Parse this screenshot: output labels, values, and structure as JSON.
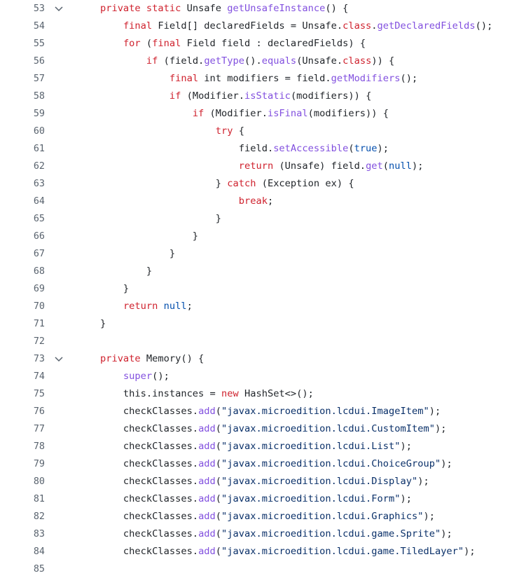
{
  "colors": {
    "keyword": "#cf222e",
    "function": "#8250df",
    "string": "#0a3069",
    "constant": "#0550ae",
    "text": "#1f2328",
    "line_number": "#59636e"
  },
  "lines": [
    {
      "num": "53",
      "fold": true,
      "tokens": [
        [
          "t",
          "    "
        ],
        [
          "k",
          "private static"
        ],
        [
          "t",
          " Unsafe "
        ],
        [
          "f",
          "getUnsafeInstance"
        ],
        [
          "t",
          "() {"
        ]
      ]
    },
    {
      "num": "54",
      "tokens": [
        [
          "t",
          "        "
        ],
        [
          "k",
          "final"
        ],
        [
          "t",
          " Field[] declaredFields = Unsafe."
        ],
        [
          "k",
          "class"
        ],
        [
          "t",
          "."
        ],
        [
          "f",
          "getDeclaredFields"
        ],
        [
          "t",
          "();"
        ]
      ]
    },
    {
      "num": "55",
      "tokens": [
        [
          "t",
          "        "
        ],
        [
          "k",
          "for"
        ],
        [
          "t",
          " ("
        ],
        [
          "k",
          "final"
        ],
        [
          "t",
          " Field field : declaredFields) {"
        ]
      ]
    },
    {
      "num": "56",
      "tokens": [
        [
          "t",
          "            "
        ],
        [
          "k",
          "if"
        ],
        [
          "t",
          " (field."
        ],
        [
          "f",
          "getType"
        ],
        [
          "t",
          "()."
        ],
        [
          "f",
          "equals"
        ],
        [
          "t",
          "(Unsafe."
        ],
        [
          "k",
          "class"
        ],
        [
          "t",
          ")) {"
        ]
      ]
    },
    {
      "num": "57",
      "tokens": [
        [
          "t",
          "                "
        ],
        [
          "k",
          "final"
        ],
        [
          "t",
          " int modifiers = field."
        ],
        [
          "f",
          "getModifiers"
        ],
        [
          "t",
          "();"
        ]
      ]
    },
    {
      "num": "58",
      "tokens": [
        [
          "t",
          "                "
        ],
        [
          "k",
          "if"
        ],
        [
          "t",
          " (Modifier."
        ],
        [
          "f",
          "isStatic"
        ],
        [
          "t",
          "(modifiers)) {"
        ]
      ]
    },
    {
      "num": "59",
      "tokens": [
        [
          "t",
          "                    "
        ],
        [
          "k",
          "if"
        ],
        [
          "t",
          " (Modifier."
        ],
        [
          "f",
          "isFinal"
        ],
        [
          "t",
          "(modifiers)) {"
        ]
      ]
    },
    {
      "num": "60",
      "tokens": [
        [
          "t",
          "                        "
        ],
        [
          "k",
          "try"
        ],
        [
          "t",
          " {"
        ]
      ]
    },
    {
      "num": "61",
      "tokens": [
        [
          "t",
          "                            field."
        ],
        [
          "f",
          "setAccessible"
        ],
        [
          "t",
          "("
        ],
        [
          "c",
          "true"
        ],
        [
          "t",
          ");"
        ]
      ]
    },
    {
      "num": "62",
      "tokens": [
        [
          "t",
          "                            "
        ],
        [
          "k",
          "return"
        ],
        [
          "t",
          " (Unsafe) field."
        ],
        [
          "f",
          "get"
        ],
        [
          "t",
          "("
        ],
        [
          "c",
          "null"
        ],
        [
          "t",
          ");"
        ]
      ]
    },
    {
      "num": "63",
      "tokens": [
        [
          "t",
          "                        } "
        ],
        [
          "k",
          "catch"
        ],
        [
          "t",
          " (Exception ex) {"
        ]
      ]
    },
    {
      "num": "64",
      "tokens": [
        [
          "t",
          "                            "
        ],
        [
          "k",
          "break"
        ],
        [
          "t",
          ";"
        ]
      ]
    },
    {
      "num": "65",
      "tokens": [
        [
          "t",
          "                        }"
        ]
      ]
    },
    {
      "num": "66",
      "tokens": [
        [
          "t",
          "                    }"
        ]
      ]
    },
    {
      "num": "67",
      "tokens": [
        [
          "t",
          "                }"
        ]
      ]
    },
    {
      "num": "68",
      "tokens": [
        [
          "t",
          "            }"
        ]
      ]
    },
    {
      "num": "69",
      "tokens": [
        [
          "t",
          "        }"
        ]
      ]
    },
    {
      "num": "70",
      "tokens": [
        [
          "t",
          "        "
        ],
        [
          "k",
          "return"
        ],
        [
          "t",
          " "
        ],
        [
          "c",
          "null"
        ],
        [
          "t",
          ";"
        ]
      ]
    },
    {
      "num": "71",
      "tokens": [
        [
          "t",
          "    }"
        ]
      ]
    },
    {
      "num": "72",
      "tokens": []
    },
    {
      "num": "73",
      "fold": true,
      "tokens": [
        [
          "t",
          "    "
        ],
        [
          "k",
          "private"
        ],
        [
          "t",
          " Memory() {"
        ]
      ]
    },
    {
      "num": "74",
      "tokens": [
        [
          "t",
          "        "
        ],
        [
          "f",
          "super"
        ],
        [
          "t",
          "();"
        ]
      ]
    },
    {
      "num": "75",
      "tokens": [
        [
          "t",
          "        this.instances = "
        ],
        [
          "k",
          "new"
        ],
        [
          "t",
          " HashSet<>();"
        ]
      ]
    },
    {
      "num": "76",
      "tokens": [
        [
          "t",
          "        checkClasses."
        ],
        [
          "f",
          "add"
        ],
        [
          "t",
          "("
        ],
        [
          "s",
          "\"javax.microedition.lcdui.ImageItem\""
        ],
        [
          "t",
          ");"
        ]
      ]
    },
    {
      "num": "77",
      "tokens": [
        [
          "t",
          "        checkClasses."
        ],
        [
          "f",
          "add"
        ],
        [
          "t",
          "("
        ],
        [
          "s",
          "\"javax.microedition.lcdui.CustomItem\""
        ],
        [
          "t",
          ");"
        ]
      ]
    },
    {
      "num": "78",
      "tokens": [
        [
          "t",
          "        checkClasses."
        ],
        [
          "f",
          "add"
        ],
        [
          "t",
          "("
        ],
        [
          "s",
          "\"javax.microedition.lcdui.List\""
        ],
        [
          "t",
          ");"
        ]
      ]
    },
    {
      "num": "79",
      "tokens": [
        [
          "t",
          "        checkClasses."
        ],
        [
          "f",
          "add"
        ],
        [
          "t",
          "("
        ],
        [
          "s",
          "\"javax.microedition.lcdui.ChoiceGroup\""
        ],
        [
          "t",
          ");"
        ]
      ]
    },
    {
      "num": "80",
      "tokens": [
        [
          "t",
          "        checkClasses."
        ],
        [
          "f",
          "add"
        ],
        [
          "t",
          "("
        ],
        [
          "s",
          "\"javax.microedition.lcdui.Display\""
        ],
        [
          "t",
          ");"
        ]
      ]
    },
    {
      "num": "81",
      "tokens": [
        [
          "t",
          "        checkClasses."
        ],
        [
          "f",
          "add"
        ],
        [
          "t",
          "("
        ],
        [
          "s",
          "\"javax.microedition.lcdui.Form\""
        ],
        [
          "t",
          ");"
        ]
      ]
    },
    {
      "num": "82",
      "tokens": [
        [
          "t",
          "        checkClasses."
        ],
        [
          "f",
          "add"
        ],
        [
          "t",
          "("
        ],
        [
          "s",
          "\"javax.microedition.lcdui.Graphics\""
        ],
        [
          "t",
          ");"
        ]
      ]
    },
    {
      "num": "83",
      "tokens": [
        [
          "t",
          "        checkClasses."
        ],
        [
          "f",
          "add"
        ],
        [
          "t",
          "("
        ],
        [
          "s",
          "\"javax.microedition.lcdui.game.Sprite\""
        ],
        [
          "t",
          ");"
        ]
      ]
    },
    {
      "num": "84",
      "tokens": [
        [
          "t",
          "        checkClasses."
        ],
        [
          "f",
          "add"
        ],
        [
          "t",
          "("
        ],
        [
          "s",
          "\"javax.microedition.lcdui.game.TiledLayer\""
        ],
        [
          "t",
          ");"
        ]
      ]
    },
    {
      "num": "85",
      "tokens": []
    }
  ]
}
